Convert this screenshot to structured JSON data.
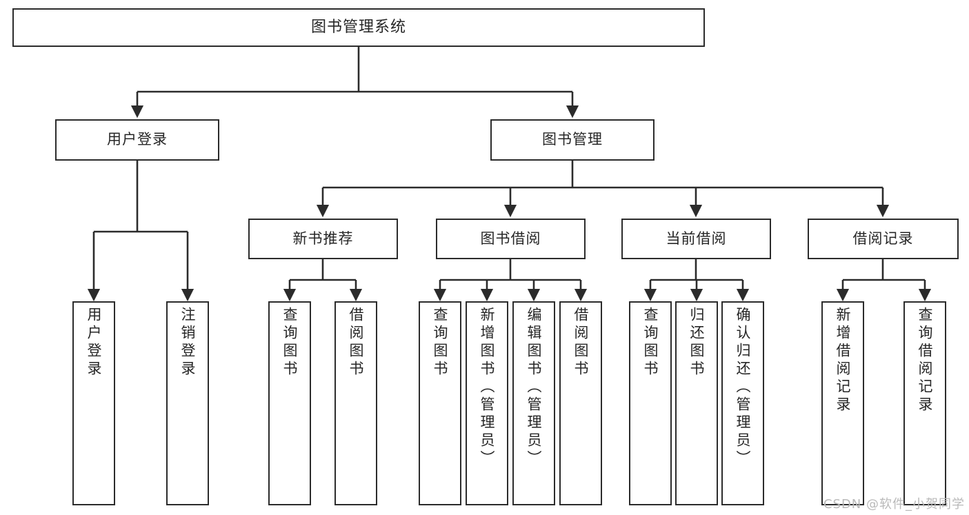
{
  "diagram": {
    "type": "hierarchy-flowchart",
    "title": "图书管理系统",
    "root": {
      "label": "图书管理系统"
    },
    "level2": [
      {
        "label": "用户登录"
      },
      {
        "label": "图书管理"
      }
    ],
    "level3": [
      {
        "label": "新书推荐"
      },
      {
        "label": "图书借阅"
      },
      {
        "label": "当前借阅"
      },
      {
        "label": "借阅记录"
      }
    ],
    "leaves": {
      "user_login": [
        {
          "label": "用户登录"
        },
        {
          "label": "注销登录"
        }
      ],
      "new_book": [
        {
          "label": "查询图书"
        },
        {
          "label": "借阅图书"
        }
      ],
      "book_borrow": [
        {
          "label": "查询图书"
        },
        {
          "label": "新增图书（管理员）"
        },
        {
          "label": "编辑图书（管理员）"
        },
        {
          "label": "借阅图书"
        }
      ],
      "current_borrow": [
        {
          "label": "查询图书"
        },
        {
          "label": "归还图书"
        },
        {
          "label": "确认归还（管理员）"
        }
      ],
      "borrow_record": [
        {
          "label": "新增借阅记录"
        },
        {
          "label": "查询借阅记录"
        }
      ]
    }
  },
  "watermark": {
    "text": "CSDN @软件_小贺同学"
  },
  "colors": {
    "stroke": "#2b2b2b",
    "fill": "#ffffff",
    "text": "#262626",
    "watermark": "#b9b9b9"
  }
}
